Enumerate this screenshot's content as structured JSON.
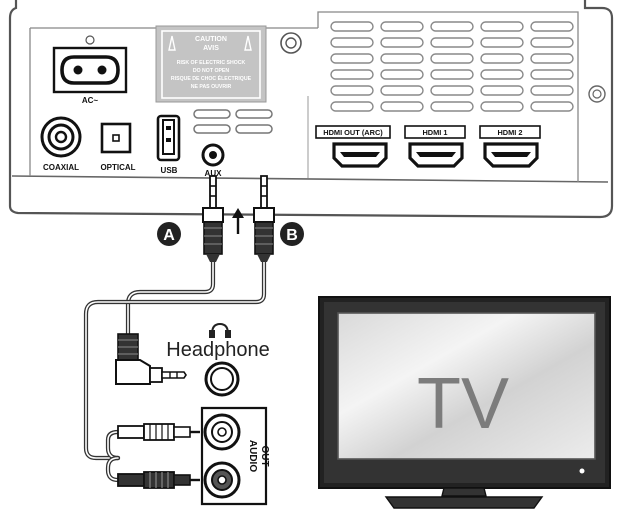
{
  "device_panel": {
    "ac_label": "AC~",
    "coaxial_label": "COAXIAL",
    "optical_label": "OPTICAL",
    "usb_label": "USB",
    "aux_label": "AUX",
    "hdmi_arc_label": "HDMI OUT (ARC)",
    "hdmi1_label": "HDMI 1",
    "hdmi2_label": "HDMI 2",
    "caution": {
      "title_line1": "CAUTION",
      "title_line2": "AVIS",
      "line1": "RISK OF ELECTRIC SHOCK",
      "line2": "DO NOT OPEN",
      "line3": "RISQUE DE CHOC ÉLECTRIQUE",
      "line4": "NE PAS OUVRIR"
    }
  },
  "cable": {
    "connector_a": "A",
    "connector_b": "B"
  },
  "headphone": {
    "label": "Headphone"
  },
  "tv": {
    "label": "TV",
    "audio_out_line1": "AUDIO",
    "audio_out_line2": "OUT"
  }
}
